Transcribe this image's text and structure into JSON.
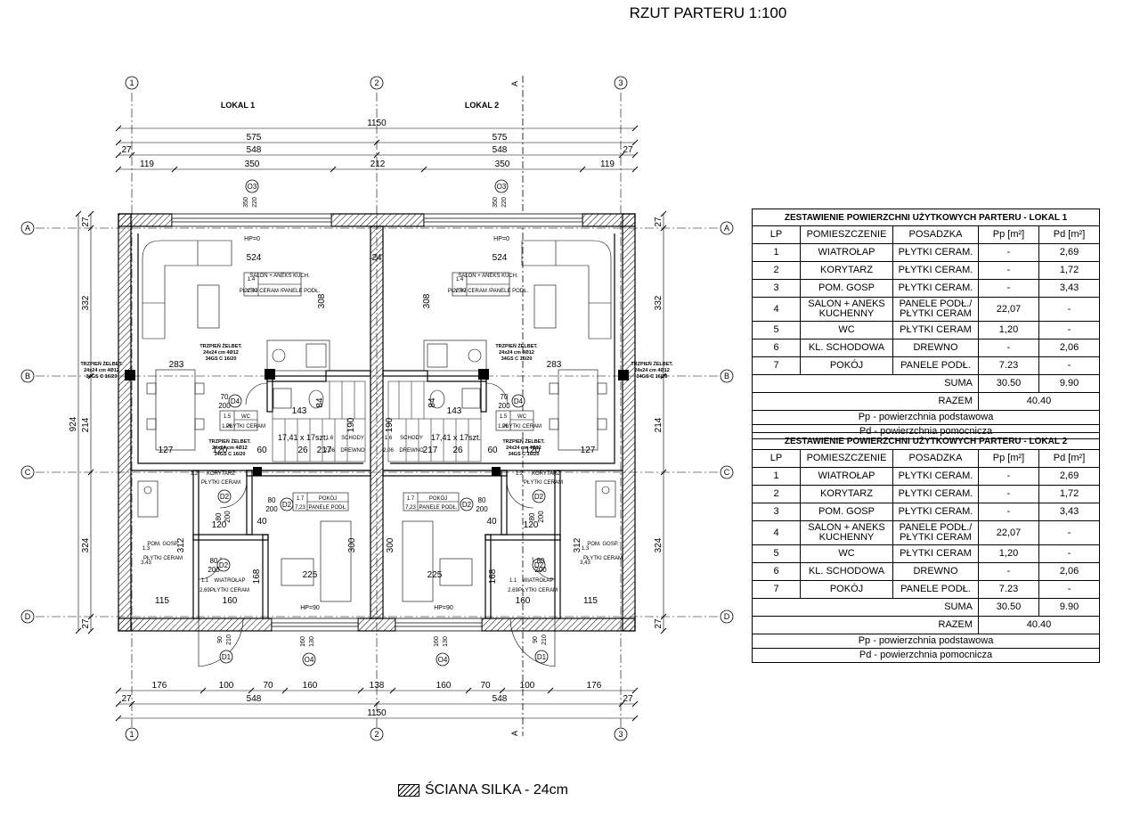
{
  "title": "RZUT PARTERU 1:100",
  "legend": "ŚCIANA SILKA - 24cm",
  "axes": {
    "vertical": [
      "1",
      "2",
      "3"
    ],
    "horizontal": [
      "A",
      "B",
      "C",
      "D"
    ]
  },
  "units_labels": [
    "LOKAL 1",
    "LOKAL 2"
  ],
  "dims_top": {
    "overall": "1150",
    "halves": [
      "575",
      "575"
    ],
    "row2": [
      "27",
      "548",
      "548",
      "27"
    ],
    "row3": [
      "119",
      "350",
      "212",
      "350",
      "119"
    ]
  },
  "dims_bottom": {
    "row1": [
      "176",
      "100",
      "70",
      "160",
      "138",
      "160",
      "70",
      "100",
      "176"
    ],
    "row2": [
      "27",
      "548",
      "548",
      "27"
    ],
    "overall": "1150"
  },
  "dims_left": {
    "overall": "924",
    "parts": [
      "27",
      "332",
      "214",
      "324",
      "27"
    ]
  },
  "dims_right": {
    "parts": [
      "27",
      "332",
      "214",
      "324",
      "27"
    ]
  },
  "section_markers": [
    "A",
    "A"
  ],
  "windows": {
    "o3": "O3",
    "o4": "O4",
    "d1": "D1",
    "d2": "D2",
    "d4": "D4",
    "o3_sill": "350",
    "o3_h": "220",
    "o4_sill": "160",
    "o4_h": "130",
    "d1_w": "90",
    "d1_h": "210"
  },
  "drawing_labels": {
    "hp0": "HP=0",
    "hp90": "HP=90",
    "salon_w": "524",
    "salon_h": "308",
    "dining_w": "283",
    "wc_w": "143",
    "wc_h": "84",
    "stair_w": "217",
    "stair_h": "190",
    "stair_w2": "26",
    "stair_spec": "17,41 x 17szt.",
    "corr_w": "127",
    "corr_h": "120",
    "corr_60": "60",
    "wall_24": "24",
    "room_w": "225",
    "room_h": "300",
    "gosp_h": "312",
    "gosp_w": "115",
    "vest_w": "160",
    "vest_h": "168",
    "door_80": "80",
    "door_200": "200",
    "door_70": "70",
    "door_40": "40",
    "column_title": "TRZPIEŃ ŻELBET.",
    "column_size": "24x24 cm 4Ø12",
    "column_stirrup": "34GS C 16/20"
  },
  "room_tags": [
    {
      "no": "1.4",
      "name": "SALON + ANEKS KUCH.",
      "area": "22,07",
      "floor": "PŁYTKI CERAM /PANELE PODŁ."
    },
    {
      "no": "1.5",
      "name": "WC",
      "area": "1,20",
      "floor": "PŁYTKI CERAM"
    },
    {
      "no": "1.6",
      "name": "SCHODY",
      "area": "2,06",
      "floor": "DREWNO"
    },
    {
      "no": "1.7",
      "name": "POKÓJ",
      "area": "7,23",
      "floor": "PANELE PODŁ."
    },
    {
      "no": "1.2",
      "name": "KORYTARZ",
      "area": "1,72",
      "floor": "PŁYTKI CERAM"
    },
    {
      "no": "1.3",
      "name": "POM. GOSP.",
      "area": "3,43",
      "floor": "PŁYTKI CERAM"
    },
    {
      "no": "1.1",
      "name": "WIATROŁAP",
      "area": "2,69",
      "floor": "PŁYTKI CERAM"
    }
  ],
  "tables": [
    {
      "title": "ZESTAWIENIE POWIERZCHNI UŻYTKOWYCH PARTERU - LOKAL 1",
      "headers": [
        "LP",
        "POMIESZCZENIE",
        "POSADZKA",
        "Pp [m²]",
        "Pd [m²]"
      ],
      "rows": [
        [
          "1",
          "WIATROŁAP",
          "PŁYTKI CERAM.",
          "-",
          "2,69"
        ],
        [
          "2",
          "KORYTARZ",
          "PŁYTKI CERAM.",
          "-",
          "1,72"
        ],
        [
          "3",
          "POM. GOSP",
          "PŁYTKI CERAM.",
          "-",
          "3,43"
        ],
        [
          "4",
          "SALON + ANEKS KUCHENNY",
          "PANELE PODŁ./ PŁYTKI CERAM",
          "22,07",
          "-"
        ],
        [
          "5",
          "WC",
          "PŁYTKI CERAM",
          "1,20",
          "-"
        ],
        [
          "6",
          "KL. SCHODOWA",
          "DREWNO",
          "-",
          "2,06"
        ],
        [
          "7",
          "POKÓJ",
          "PANELE PODŁ.",
          "7.23",
          "-"
        ]
      ],
      "suma_label": "SUMA",
      "suma_pp": "30.50",
      "suma_pd": "9.90",
      "razem_label": "RAZEM",
      "razem": "40.40",
      "note_pp": "Pp - powierzchnia podstawowa",
      "note_pd": "Pd - powierzchnia pomocnicza"
    },
    {
      "title": "ZESTAWIENIE POWIERZCHNI UŻYTKOWYCH PARTERU - LOKAL 2",
      "headers": [
        "LP",
        "POMIESZCZENIE",
        "POSADZKA",
        "Pp [m²]",
        "Pd [m²]"
      ],
      "rows": [
        [
          "1",
          "WIATROŁAP",
          "PŁYTKI CERAM.",
          "-",
          "2,69"
        ],
        [
          "2",
          "KORYTARZ",
          "PŁYTKI CERAM.",
          "-",
          "1,72"
        ],
        [
          "3",
          "POM. GOSP",
          "PŁYTKI CERAM.",
          "-",
          "3,43"
        ],
        [
          "4",
          "SALON + ANEKS KUCHENNY",
          "PANELE PODŁ./ PŁYTKI CERAM",
          "22,07",
          "-"
        ],
        [
          "5",
          "WC",
          "PŁYTKI CERAM",
          "1,20",
          "-"
        ],
        [
          "6",
          "KL. SCHODOWA",
          "DREWNO",
          "-",
          "2,06"
        ],
        [
          "7",
          "POKÓJ",
          "PANELE PODŁ.",
          "7.23",
          "-"
        ]
      ],
      "suma_label": "SUMA",
      "suma_pp": "30.50",
      "suma_pd": "9.90",
      "razem_label": "RAZEM",
      "razem": "40.40",
      "note_pp": "Pp - powierzchnia podstawowa",
      "note_pd": "Pd - powierzchnia pomocnicza"
    }
  ]
}
